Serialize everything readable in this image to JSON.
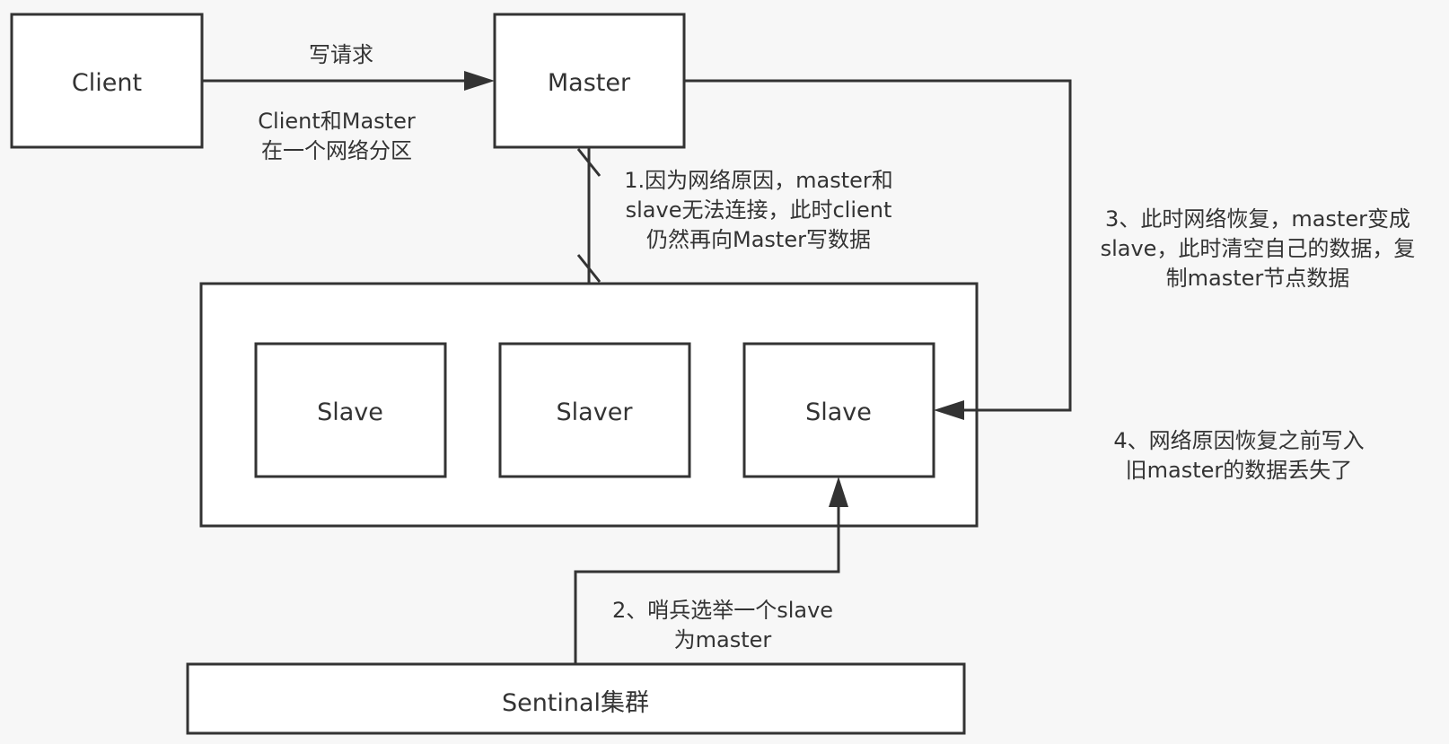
{
  "nodes": {
    "client": "Client",
    "master": "Master",
    "slave_1": "Slave",
    "slave_2": "Slaver",
    "slave_3": "Slave",
    "sentinel": "Sentinal集群"
  },
  "edge_labels": {
    "write_request": "写请求",
    "same_partition": [
      "Client和Master",
      "在一个网络分区"
    ],
    "step_1": [
      "1.因为网络原因，master和",
      "slave无法连接，此时client",
      "仍然再向Master写数据"
    ],
    "step_2": [
      "2、哨兵选举一个slave",
      "为master"
    ],
    "step_3": [
      "3、此时网络恢复，master变成",
      "slave，此时清空自己的数据，复",
      "制master节点数据"
    ],
    "step_4": [
      "4、网络原因恢复之前写入",
      "旧master的数据丢失了"
    ]
  },
  "colors": {
    "stroke": "#333333",
    "box_fill": "#ffffff",
    "background": "#f7f7f7"
  }
}
